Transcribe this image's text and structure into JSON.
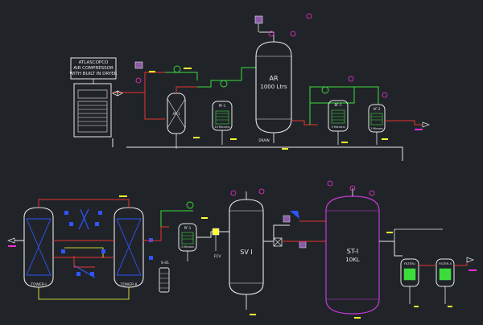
{
  "compressor": {
    "label_lines": [
      "ATLASCOPCO",
      "AIR COMPRESSOR",
      "WITH BUILT IN DRYER"
    ]
  },
  "receiver_ar": {
    "name": "AR",
    "capacity": "1000 Ltrs",
    "drain_label": "DRAIN"
  },
  "surge_vessel": {
    "name": "SV I"
  },
  "storage_tank": {
    "name": "ST-I",
    "capacity": "10KL"
  },
  "towers": {
    "tower_1": "TOWER-I",
    "tower_2": "TOWER-II",
    "silencer": "S-01"
  },
  "filters": {
    "pf1": {
      "tag": "PF-1",
      "rating": "10 Microns"
    },
    "af1": {
      "tag": "AF-1",
      "rating": ""
    },
    "bf1": {
      "tag": "BF-1",
      "rating": "5 Microns"
    },
    "af2": {
      "tag": "AF-2",
      "rating": "1 Microns"
    },
    "pf2": {
      "tag": "PF-1",
      "rating": "5 Microns"
    },
    "filter1": {
      "tag": "FILTER-I",
      "rating": ""
    },
    "filter2": {
      "tag": "FILTER-II",
      "rating": ""
    }
  },
  "valve_labels": {
    "fcv": "FCV"
  },
  "colors": {
    "background": "#202429",
    "equipment": "#e8e8e8",
    "pipe_air": "#e8e8e8",
    "pipe_red": "#e5342f",
    "pipe_green": "#3ddc3d",
    "tower_blue": "#2f55ff",
    "label_magenta": "#ff2dd4",
    "label_yellow": "#ffff33",
    "storage_tank": "#c639d6"
  }
}
